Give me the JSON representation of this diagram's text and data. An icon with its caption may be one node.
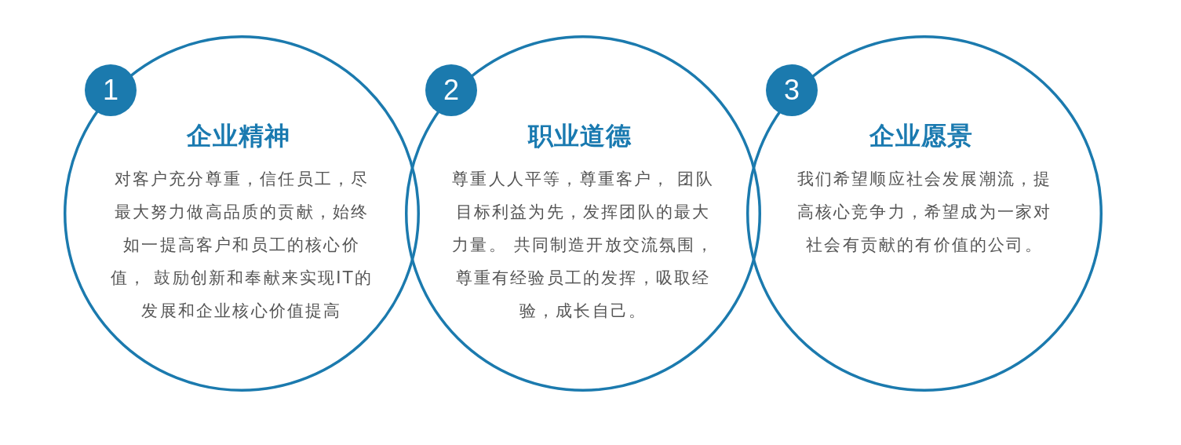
{
  "diagram": {
    "nodes": [
      {
        "text": [
          "1"
        ]
      },
      {
        "text": [
          "企业精神",
          "对客户充分尊重，信任员工，尽最大努力做高品质的贡献，始终如一提高客户和员工的核心价值， 鼓励创新和奉献来实现IT的发展和企业核心价值提高"
        ]
      },
      {
        "text": [
          "2"
        ]
      },
      {
        "text": [
          "职业道德",
          "尊重人人平等，尊重客户， 团队目标利益为先，发挥团队的最大力量。 共同制造开放交流氛围，尊重有经验员工的发挥，吸取经验，成长自己。"
        ]
      },
      {
        "text": [
          "3"
        ]
      },
      {
        "text": [
          "企业愿景",
          "我们希望顺应社会发展潮流，提高核心竞争力，希望成为一家对社会有贡献的有价值的公司。"
        ]
      }
    ]
  }
}
